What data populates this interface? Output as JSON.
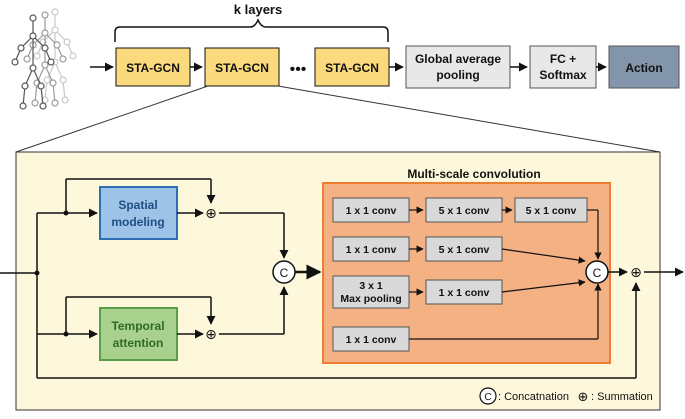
{
  "top": {
    "k_layers_label": "k layers",
    "sta_gcn_1": "STA-GCN",
    "sta_gcn_2": "STA-GCN",
    "ellipsis": "•••",
    "sta_gcn_3": "STA-GCN",
    "gap_line1": "Global average",
    "gap_line2": "pooling",
    "fc_line1": "FC +",
    "fc_line2": "Softmax",
    "action": "Action"
  },
  "detail": {
    "spatial_line1": "Spatial",
    "spatial_line2": "modeling",
    "temporal_line1": "Temporal",
    "temporal_line2": "attention",
    "concat_symbol": "C",
    "sum_symbol": "⊕",
    "multiscale_title": "Multi-scale convolution",
    "row1": [
      "1 x 1 conv",
      "5 x 1 conv",
      "5 x 1 conv"
    ],
    "row2": [
      "1 x 1 conv",
      "5 x 1 conv"
    ],
    "row3_pool_line1": "3 x 1",
    "row3_pool_line2": "Max pooling",
    "row3_conv": "1 x 1 conv",
    "row4": [
      "1 x 1 conv"
    ]
  },
  "legend": {
    "concat_symbol": "C",
    "concat_label": ": Concatnation",
    "sum_symbol": "⊕",
    "sum_label": ": Summation"
  },
  "colors": {
    "sta_gcn_fill": "#fbd97d",
    "gap_fill": "#e8e8e8",
    "action_fill": "#8395ab",
    "panel_fill": "#fdf7dc",
    "spatial_fill": "#9dc3e6",
    "spatial_stroke": "#2f6fb5",
    "temporal_fill": "#a9d18e",
    "temporal_stroke": "#5a9e46",
    "multiscale_fill": "#f4b183",
    "multiscale_stroke": "#ed7d31",
    "conv_fill": "#d9d9d9"
  }
}
